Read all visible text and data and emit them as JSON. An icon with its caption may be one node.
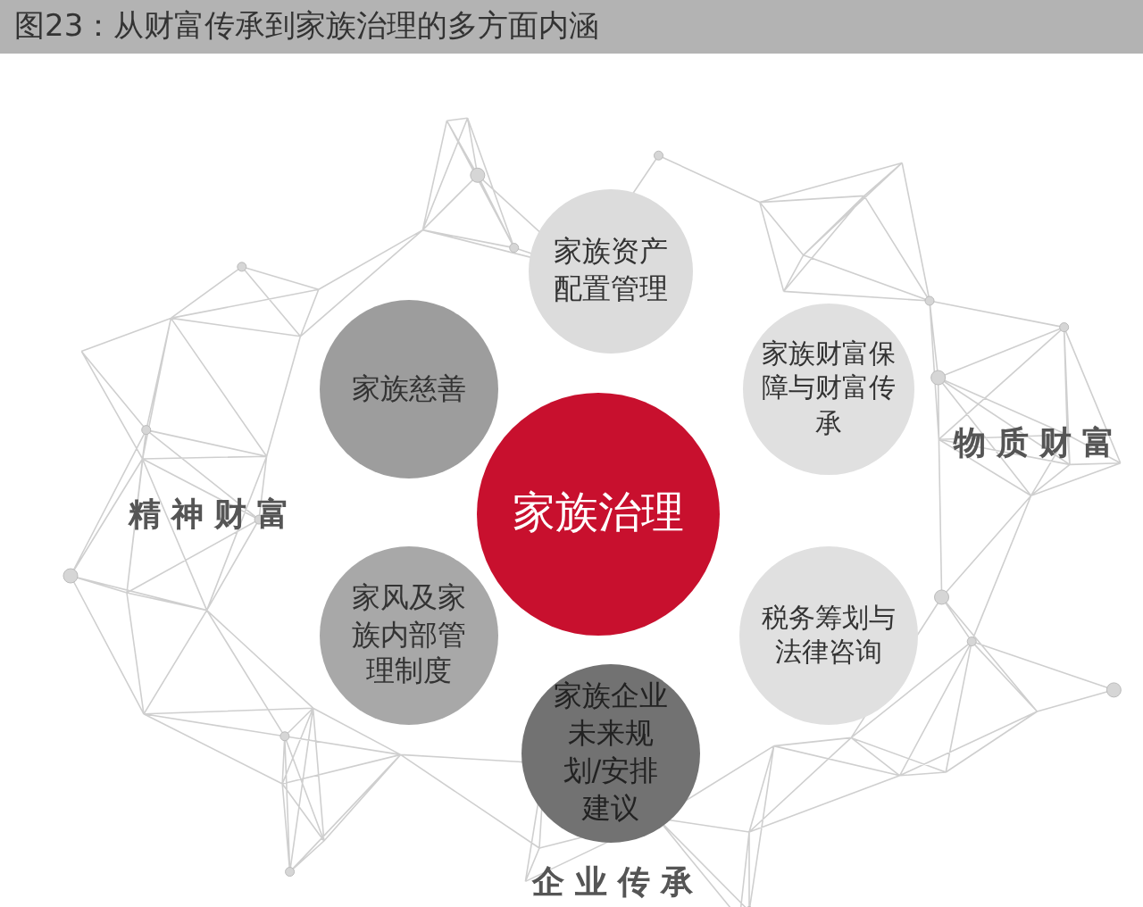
{
  "diagram": {
    "title": "图23：从财富传承到家族治理的多方面内涵",
    "nodes": [
      {
        "text": [
          "家族治理"
        ]
      },
      {
        "text": [
          "家族资产配置管理"
        ]
      },
      {
        "text": [
          "家族慈善"
        ]
      },
      {
        "text": [
          "家族财富保障与财富传承"
        ]
      },
      {
        "text": [
          "家风及家族内部管理制度"
        ]
      },
      {
        "text": [
          "税务筹划与法律咨询"
        ]
      },
      {
        "text": [
          "家族企业未来规划/安排建议"
        ]
      }
    ],
    "labels": [
      "精神财富",
      "物质财富",
      "企业传承"
    ]
  }
}
